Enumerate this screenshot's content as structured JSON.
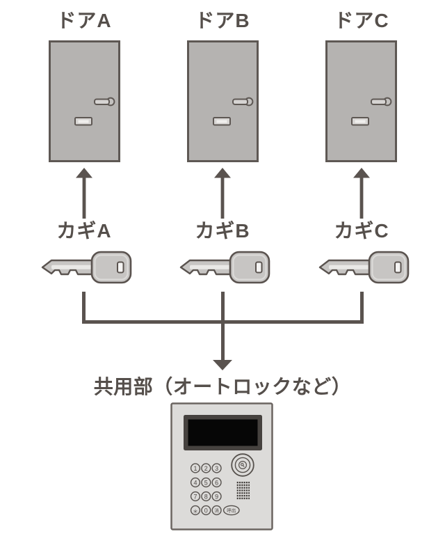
{
  "diagram": {
    "title_context": "keys-to-doors shared-entrance diagram",
    "accent_color": "#5a534f",
    "door_fill_color": "#b5b3b1",
    "panel_fill_color": "#dcdbd9",
    "columns": [
      {
        "door_label": "ドアA",
        "key_label": "カギA"
      },
      {
        "door_label": "ドアB",
        "key_label": "カギB"
      },
      {
        "door_label": "ドアC",
        "key_label": "カギC"
      }
    ],
    "shared_label": "共用部（オートロックなど）",
    "intercom": {
      "keypad": [
        "1",
        "2",
        "3",
        "4",
        "5",
        "6",
        "7",
        "8",
        "9",
        "＊",
        "0",
        "消",
        "呼出"
      ]
    }
  }
}
